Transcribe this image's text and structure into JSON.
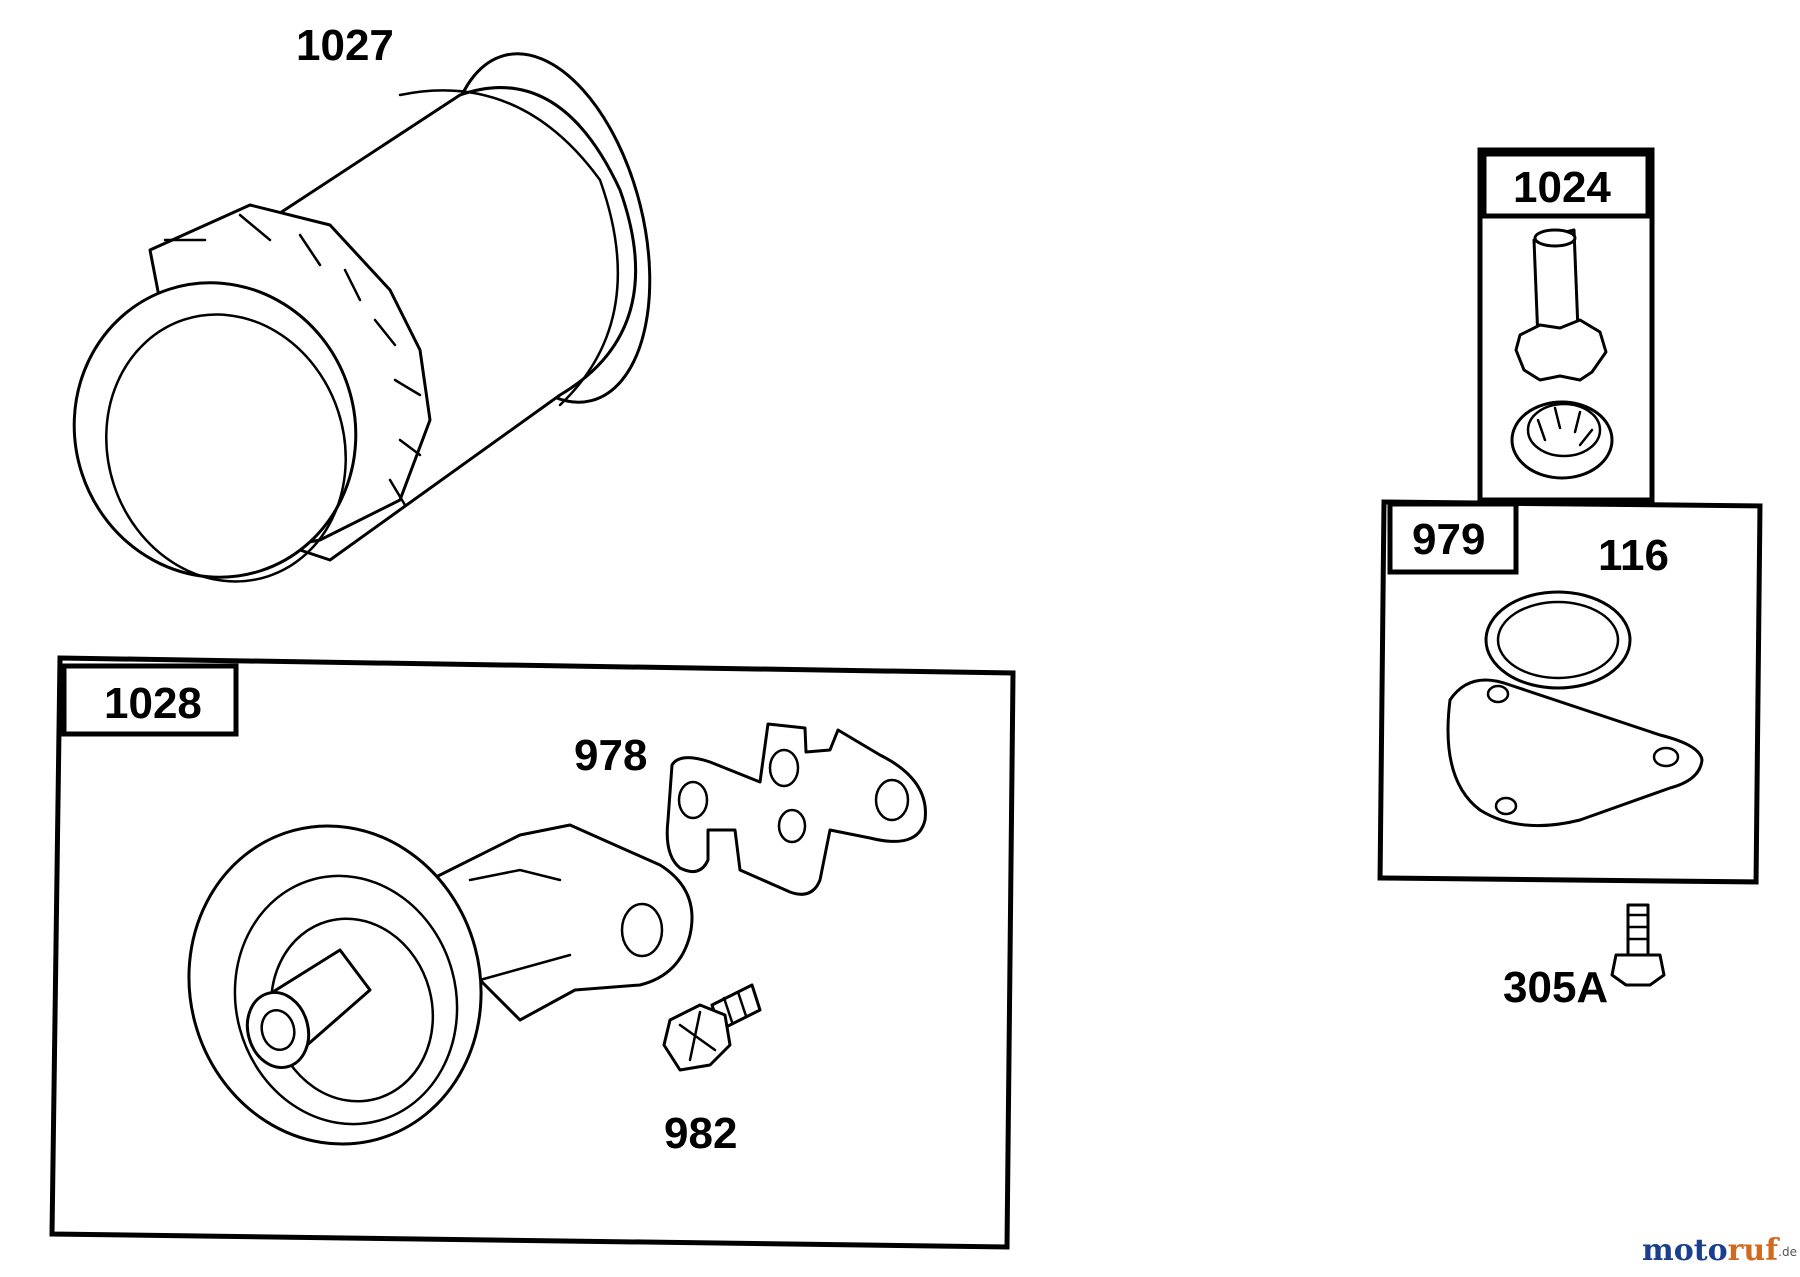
{
  "labels": {
    "oil_filter": "1027",
    "oil_filter_adapter_kit": "1028",
    "bracket": "978",
    "screw_982": "982",
    "oil_pump_kit": "1024",
    "pump_cover_kit": "979",
    "o_ring": "116",
    "screw_305a": "305A"
  },
  "watermark": {
    "part1": "moto",
    "part2": "ruf",
    "suffix": ".de"
  },
  "colors": {
    "line": "#000000",
    "background": "#ffffff",
    "watermark_blue": "#1a3f8f",
    "watermark_orange": "#d2691e"
  }
}
